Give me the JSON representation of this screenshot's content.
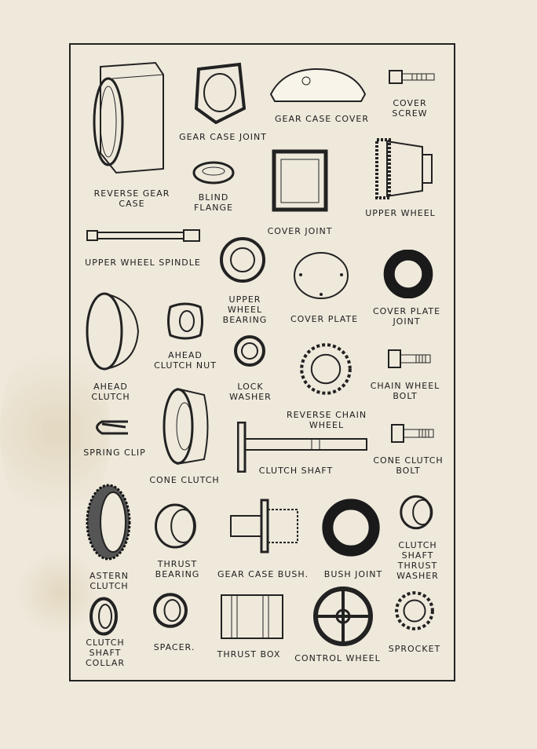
{
  "page": {
    "parts": [
      {
        "id": "reverse-gear-case",
        "label": "REVERSE GEAR\nCASE"
      },
      {
        "id": "gear-case-joint",
        "label": "GEAR CASE JOINT"
      },
      {
        "id": "gear-case-cover",
        "label": "GEAR CASE COVER"
      },
      {
        "id": "cover-screw",
        "label": "COVER\nSCREW"
      },
      {
        "id": "blind-flange",
        "label": "BLIND\nFLANGE"
      },
      {
        "id": "cover-joint",
        "label": "COVER JOINT"
      },
      {
        "id": "upper-wheel",
        "label": "UPPER WHEEL"
      },
      {
        "id": "upper-wheel-spindle",
        "label": "UPPER WHEEL SPINDLE"
      },
      {
        "id": "upper-wheel-bearing",
        "label": "UPPER\nWHEEL\nBEARING"
      },
      {
        "id": "cover-plate",
        "label": "COVER PLATE"
      },
      {
        "id": "cover-plate-joint",
        "label": "COVER PLATE\nJOINT"
      },
      {
        "id": "ahead-clutch-nut",
        "label": "AHEAD\nCLUTCH NUT"
      },
      {
        "id": "ahead-clutch",
        "label": "AHEAD\nCLUTCH"
      },
      {
        "id": "lock-washer",
        "label": "LOCK\nWASHER"
      },
      {
        "id": "chain-wheel-bolt",
        "label": "CHAIN WHEEL\nBOLT"
      },
      {
        "id": "reverse-chain-wheel",
        "label": "REVERSE CHAIN\nWHEEL"
      },
      {
        "id": "spring-clip",
        "label": "SPRING CLIP"
      },
      {
        "id": "cone-clutch",
        "label": "CONE CLUTCH"
      },
      {
        "id": "clutch-shaft",
        "label": "CLUTCH SHAFT"
      },
      {
        "id": "cone-clutch-bolt",
        "label": "CONE CLUTCH\nBOLT"
      },
      {
        "id": "astern-clutch",
        "label": "ASTERN\nCLUTCH"
      },
      {
        "id": "thrust-bearing",
        "label": "THRUST\nBEARING"
      },
      {
        "id": "gear-case-bush",
        "label": "GEAR CASE BUSH."
      },
      {
        "id": "bush-joint",
        "label": "BUSH JOINT"
      },
      {
        "id": "clutch-shaft-thrust-washer",
        "label": "CLUTCH\nSHAFT\nTHRUST\nWASHER"
      },
      {
        "id": "clutch-shaft-collar",
        "label": "CLUTCH\nSHAFT\nCOLLAR"
      },
      {
        "id": "spacer",
        "label": "SPACER."
      },
      {
        "id": "thrust-box",
        "label": "THRUST BOX"
      },
      {
        "id": "control-wheel",
        "label": "CONTROL WHEEL"
      },
      {
        "id": "sprocket",
        "label": "SPROCKET"
      }
    ]
  }
}
